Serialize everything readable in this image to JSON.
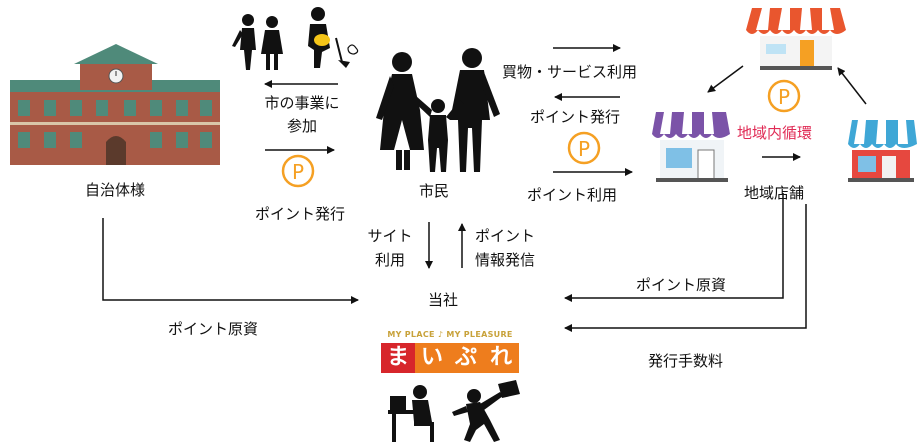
{
  "nodes": {
    "municipality": "自治体様",
    "citizens": "市民",
    "company": "当社",
    "local_shops": "地域店舗"
  },
  "flows": {
    "participate_line1": "市の事業に",
    "participate_line2": "参加",
    "point_issue_left": "ポイント発行",
    "shopping": "買物・サービス利用",
    "point_issue_right": "ポイント発行",
    "point_use": "ポイント利用",
    "site_use_line1": "サイト",
    "site_use_line2": "利用",
    "point_info_line1": "ポイント",
    "point_info_line2": "情報発信",
    "point_funding_left": "ポイント原資",
    "point_funding_right": "ポイント原資",
    "issuing_fee": "発行手数料",
    "local_circulation": "地域内循環"
  },
  "point_symbol": "P",
  "logo": {
    "tagline": "MY PLACE ♪ MY PLEASURE",
    "chars": [
      "ま",
      "い",
      "ぷ",
      "れ"
    ]
  },
  "colors": {
    "point_orange": "#f5a023",
    "circulation_red": "#e02b55",
    "logo_red": "#d7262b",
    "logo_orange": "#ee7d1d",
    "logo_gold": "#c8a23a"
  }
}
